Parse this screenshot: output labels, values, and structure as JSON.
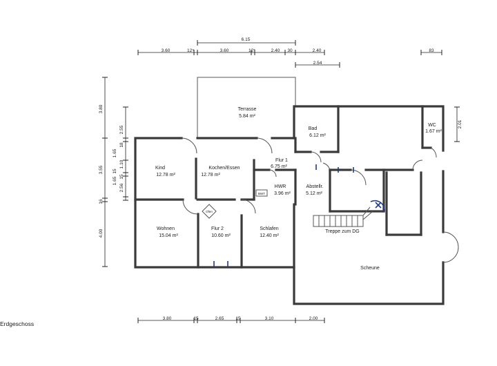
{
  "caption": "Erdgeschoss",
  "rooms": {
    "terrasse": {
      "name": "Terrasse",
      "area": "5.84 m²"
    },
    "bad": {
      "name": "Bad",
      "area": "6.12 m²"
    },
    "wc": {
      "name": "WC",
      "area": "1.67 m²"
    },
    "kind": {
      "name": "Kind",
      "area": "12.78 m²"
    },
    "kochen": {
      "name": "Kochen/Essen",
      "area": "12.78 m²"
    },
    "flur1": {
      "name": "Flur 1",
      "area": "6.75 m²"
    },
    "hwr": {
      "name": "HWR",
      "area": "3.96 m²"
    },
    "abstell": {
      "name": "Abstellr.",
      "area": "5.12 m²"
    },
    "wohnen": {
      "name": "Wohnen",
      "area": "15.04 m²"
    },
    "flur2": {
      "name": "Flur 2",
      "area": "10.60 m²"
    },
    "schlafen": {
      "name": "Schlafen",
      "area": "12.40 m²"
    },
    "scheune": {
      "name": "Scheune"
    }
  },
  "labels": {
    "treppe": "Treppe zum DG",
    "ofen": "Ofen",
    "bwt": "BWT"
  },
  "dimensions": {
    "top_total": "6.15",
    "top": [
      "3.60",
      "12⁵",
      "3.60",
      "12⁵",
      "2.40",
      "30",
      "2.40"
    ],
    "top_right": "83",
    "top_sub": "2.54",
    "bottom": [
      "3.80",
      "15",
      "2.65",
      "15",
      "3.10",
      "2.00"
    ],
    "left_outer": [
      "3.80",
      "3.55",
      "16",
      "4.00"
    ],
    "left_inner": [
      "2.55",
      "18",
      "1.65",
      "1.10",
      "15",
      "1.65",
      "15",
      "2.56"
    ],
    "right": "2.01"
  }
}
